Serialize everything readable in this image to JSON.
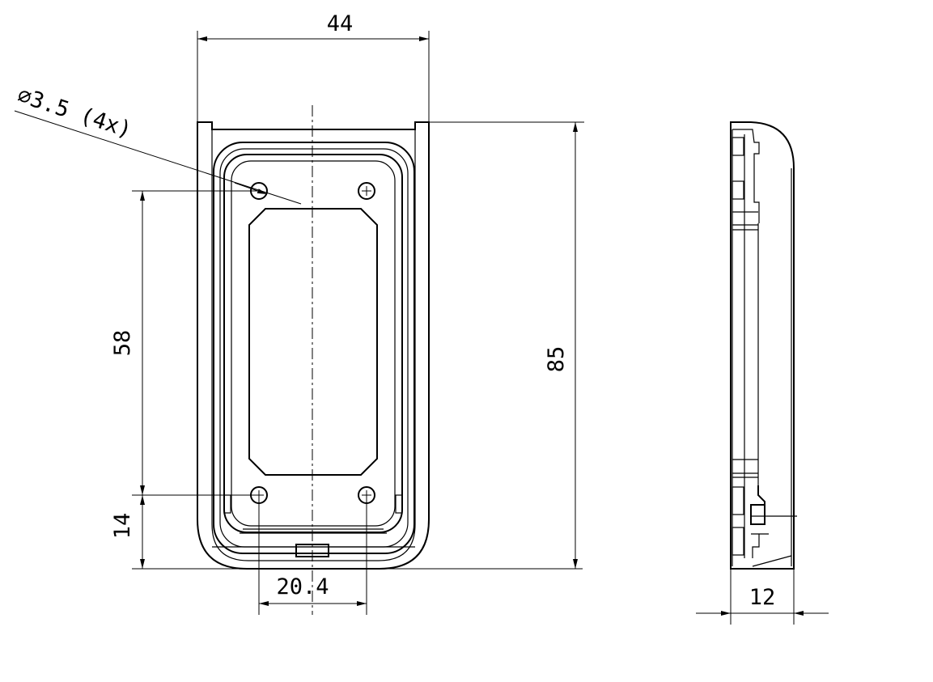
{
  "dimensions": {
    "overall_width": "44",
    "hole_diameter": "∅3.5 (4x)",
    "hole_vertical_spacing": "58",
    "overall_height": "85",
    "hole_offset_bottom": "14",
    "hole_horizontal_spacing": "20.4",
    "depth": "12"
  },
  "colors": {
    "line": "#000000",
    "background": "#ffffff"
  }
}
